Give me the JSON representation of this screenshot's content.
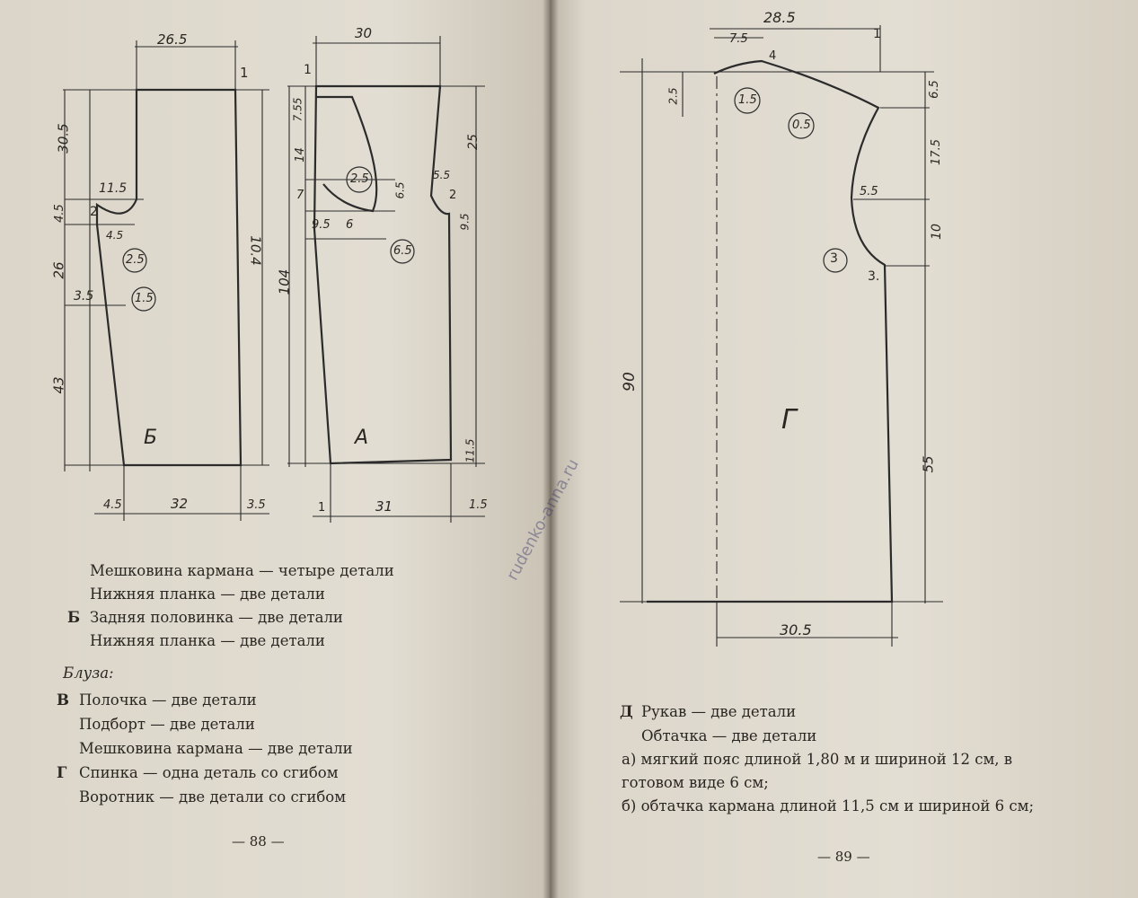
{
  "left_page": {
    "lines": [
      {
        "marker": "",
        "text": "Мешковина кармана — четыре детали"
      },
      {
        "marker": "",
        "text": "Нижняя планка — две детали"
      },
      {
        "marker": "Б",
        "text": "Задняя половинка — две детали"
      },
      {
        "marker": "",
        "text": "Нижняя планка — две детали"
      }
    ],
    "subheading": "Блуза:",
    "blouse_lines": [
      {
        "marker": "В",
        "text": "Полочка — две детали"
      },
      {
        "marker": "",
        "text": "Подборт — две детали"
      },
      {
        "marker": "",
        "text": "Мешковина кармана — две детали"
      },
      {
        "marker": "Г",
        "text": "Спинка — одна деталь со сгибом"
      },
      {
        "marker": "",
        "text": "Воротник — две детали со сгибом"
      }
    ],
    "page_number": "— 88 —"
  },
  "right_page": {
    "lines": [
      {
        "marker": "Д",
        "text": "Рукав — две детали"
      },
      {
        "marker": "",
        "text": "Обтачка — две детали"
      },
      {
        "marker": "",
        "text": "а) мягкий пояс длиной 1,80 м и шириной 12 см, в"
      },
      {
        "marker": "",
        "text": "готовом виде 6 см;"
      },
      {
        "marker": "",
        "text": "б) обтачка кармана длиной 11,5 см и шириной 6 см;"
      }
    ],
    "page_number": "— 89 —"
  },
  "watermark": "rudenko-anna.ru",
  "pattern_B": {
    "label": "Б",
    "dims": [
      "26.5",
      "1",
      "30.5",
      "11.5",
      "4.5",
      "2",
      "4.5",
      "2.5",
      "26",
      "3.5",
      "1.5",
      "43",
      "10.4",
      "4.5",
      "32",
      "3.5"
    ]
  },
  "pattern_A": {
    "label": "А",
    "dims": [
      "30",
      "1",
      "7.55",
      "14",
      "2.5",
      "6.5",
      "7",
      "9.5",
      "6",
      "6.5",
      "5.5",
      "2",
      "9.5",
      "25",
      "104",
      "11.5",
      "1",
      "31",
      "1.5"
    ]
  },
  "pattern_G": {
    "label": "Г",
    "dims": [
      "28.5",
      "7.5",
      "1",
      "4",
      "2.5",
      "1.5",
      "0.5",
      "6.5",
      "17.5",
      "5.5",
      "10",
      "3",
      "3.",
      "90",
      "55",
      "30.5"
    ]
  }
}
